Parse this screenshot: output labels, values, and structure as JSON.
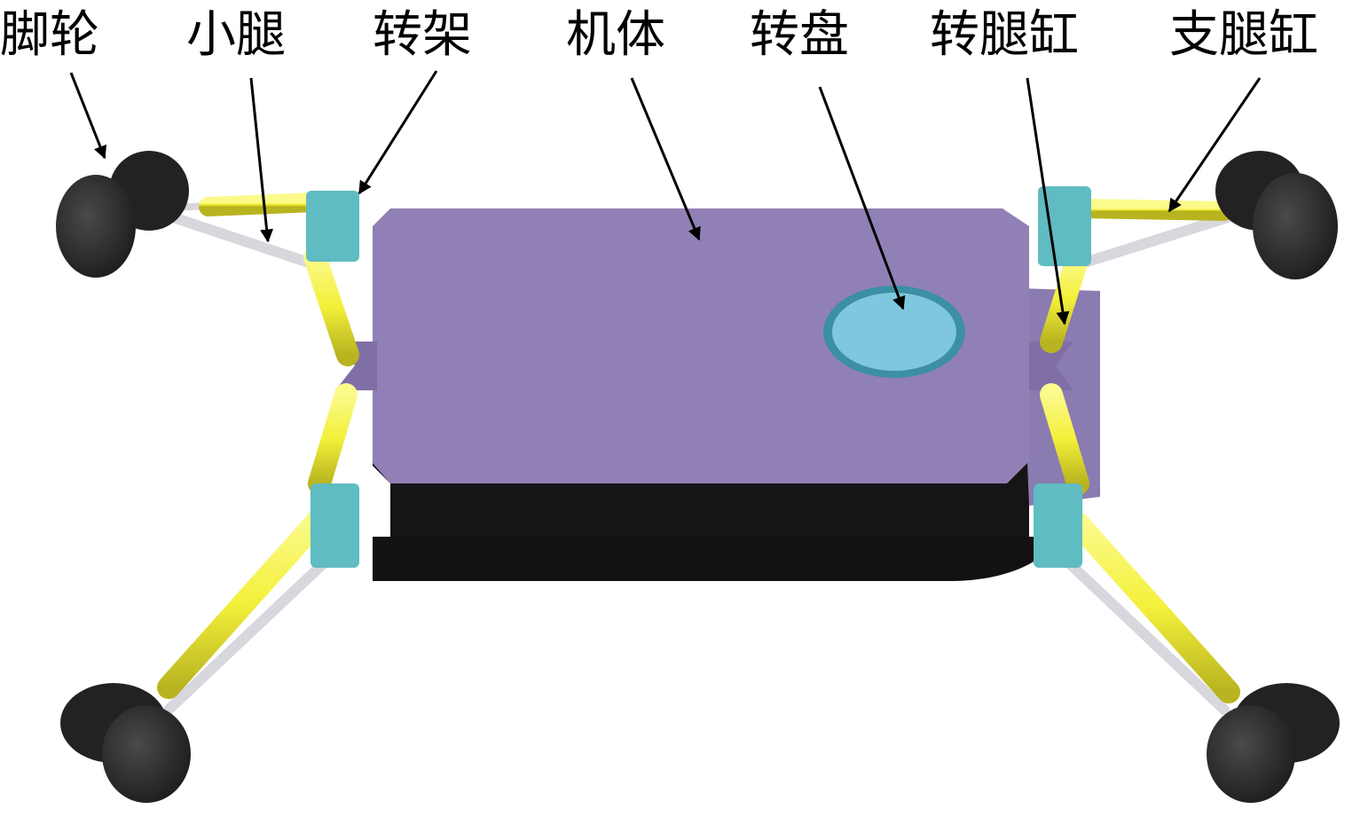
{
  "labels": {
    "wheel": "脚轮",
    "lower_leg": "小腿",
    "swivel_frame": "转架",
    "body": "机体",
    "turntable": "转盘",
    "leg_turn_cylinder": "转腿缸",
    "leg_support_cylinder": "支腿缸"
  },
  "colors": {
    "body_top": "#9180b6",
    "body_side": "#121212",
    "cylinder": "#f3f03a",
    "rod": "#d7d7dd",
    "bracket": "#5fbcc2",
    "turntable": "#7fc7df",
    "wheel": "#2c2c2c"
  }
}
